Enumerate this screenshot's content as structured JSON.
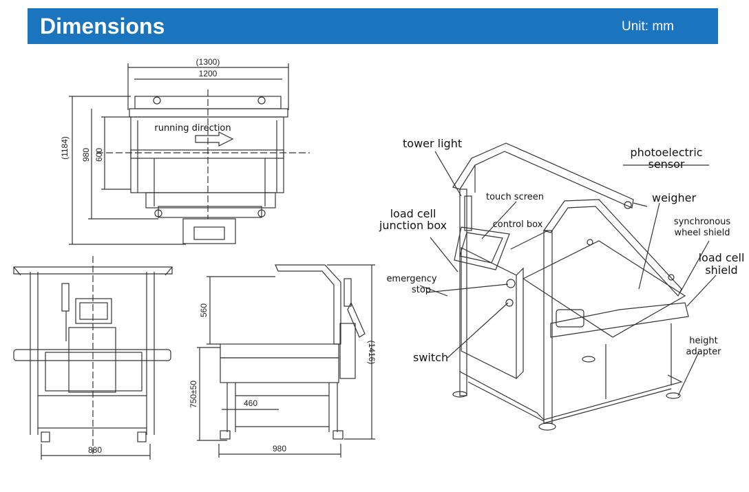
{
  "header": {
    "title": "Dimensions",
    "unit": "Unit: mm"
  },
  "top_view": {
    "overall_width": "(1300)",
    "belt_width": "1200",
    "overall_depth": "(1184)",
    "frame_depth": "980",
    "belt_depth": "600",
    "direction_label": "running direction"
  },
  "front_view": {
    "width": "880"
  },
  "side_view": {
    "tower_height": "560",
    "belt_height": "750±50",
    "width": "980",
    "weigher_length": "460",
    "total_height": "(1416)"
  },
  "iso_view": {
    "tower_light": "tower light",
    "touch_screen": "touch screen",
    "photoelectric_sensor": [
      "photoelectric",
      "sensor"
    ],
    "weigher": "weigher",
    "load_cell_junction_box": [
      "load cell",
      "junction box"
    ],
    "control_box": "control box",
    "synchronous_wheel_shield": [
      "synchronous",
      "wheel shield"
    ],
    "load_cell_shield": [
      "load cell",
      "shield"
    ],
    "emergency_stop": [
      "emergency",
      "stop"
    ],
    "switch": "switch",
    "height_adapter": [
      "height",
      "adapter"
    ]
  }
}
